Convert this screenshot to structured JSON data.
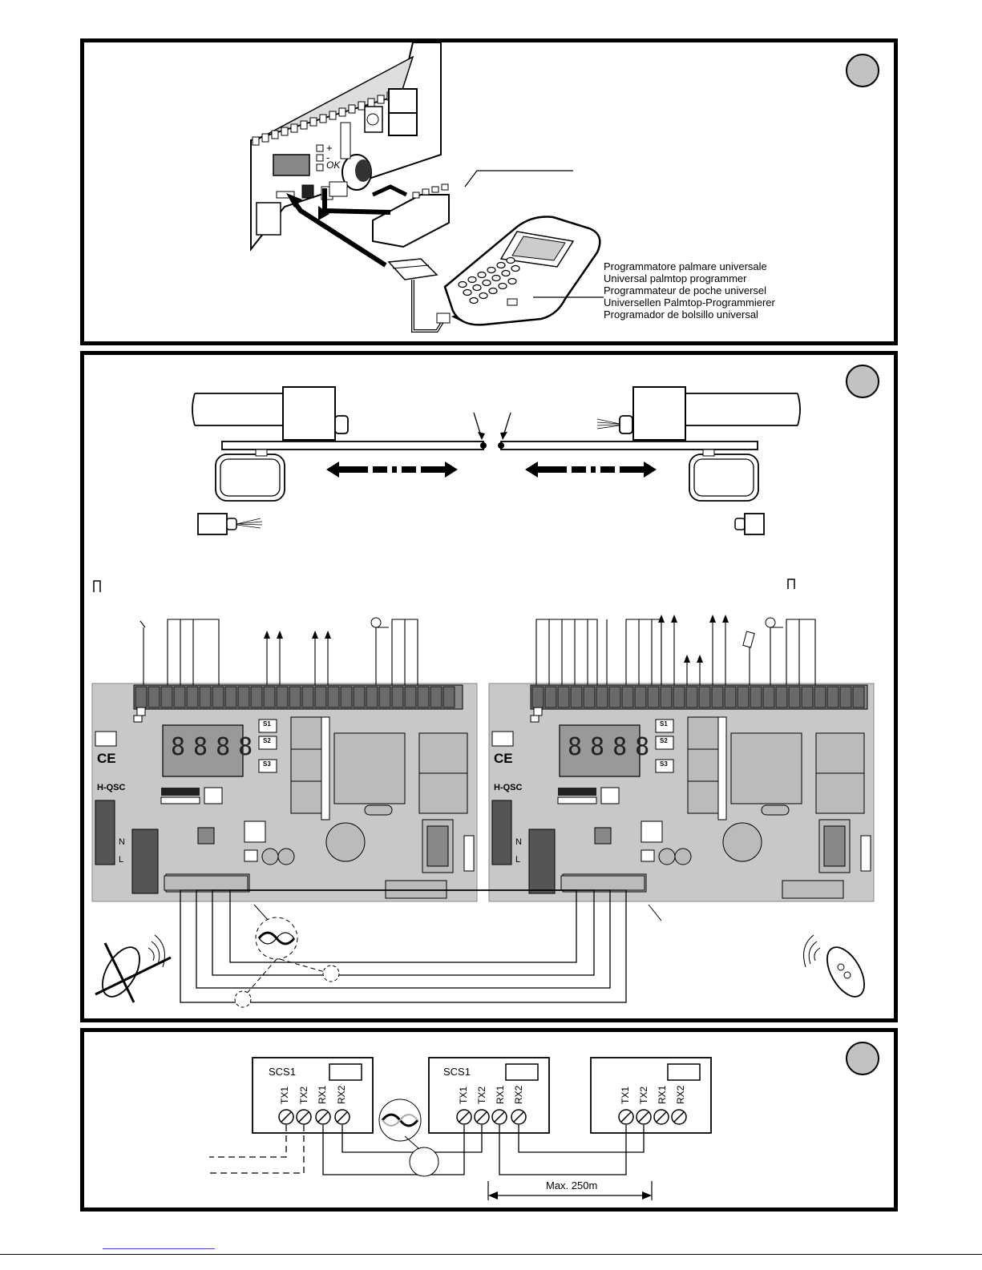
{
  "panel1": {
    "programmer_labels": [
      "Programmatore palmare universale",
      "Universal palmtop programmer",
      "Programmateur de poche universel",
      "Universellen Palmtop-Programmierer",
      "Programador de bolsillo universal"
    ],
    "board_marks": {
      "plus": "+",
      "minus": "-",
      "ok": "OK"
    }
  },
  "panel2": {
    "board_model": "H-QSC",
    "display_digits": "8888",
    "ce_mark": "CE",
    "mains_terms": {
      "n": "N",
      "l": "L"
    },
    "button_labels": [
      "S1",
      "S2",
      "S3"
    ]
  },
  "panel3": {
    "module_name": "SCS1",
    "terminals": [
      "TX1",
      "TX2",
      "RX1",
      "RX2"
    ],
    "distance_label": "Max. 250m"
  }
}
